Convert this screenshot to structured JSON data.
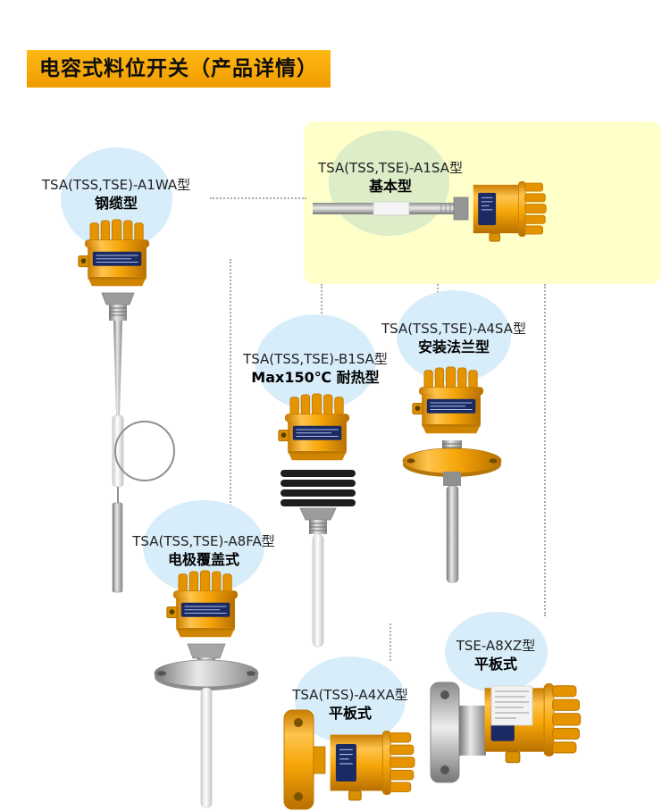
{
  "header": {
    "title": "电容式料位开关（产品详情）"
  },
  "products": {
    "a1wa": {
      "model": "TSA(TSS,TSE)-A1WA型",
      "name": "钢缆型"
    },
    "a1sa": {
      "model": "TSA(TSS,TSE)-A1SA型",
      "name": "基本型"
    },
    "b1sa": {
      "model": "TSA(TSS,TSE)-B1SA型",
      "name": "Max150℃ 耐热型"
    },
    "a4sa": {
      "model": "TSA(TSS,TSE)-A4SA型",
      "name": "安装法兰型"
    },
    "a8fa": {
      "model": "TSA(TSS,TSE)-A8FA型",
      "name": "电极覆盖式"
    },
    "a4xa": {
      "model": "TSA(TSS)-A4XA型",
      "name": "平板式"
    },
    "a8xz": {
      "model": "TSE-A8XZ型",
      "name": "平板式"
    }
  },
  "colors": {
    "banner_bg": "#F5A300",
    "banner_text": "#0E0E0E",
    "highlight_bg": "#FFFFCA",
    "circle_blue": "#D8EDFA",
    "circle_green": "#DCEDC8",
    "device_orange": "#F6A608",
    "label_plate_navy": "#1B2A63",
    "connector_gray": "#AAAAAA"
  }
}
